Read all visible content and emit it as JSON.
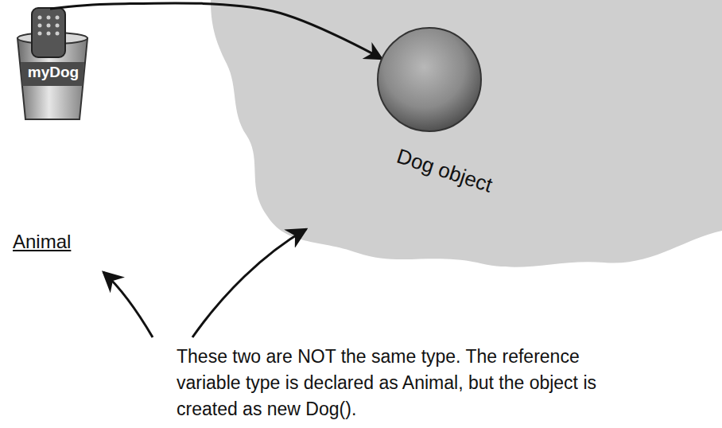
{
  "diagram": {
    "nodes": [
      {
        "text": [
          "myDog",
          "Animal"
        ]
      },
      {
        "text": [
          "Dog object"
        ]
      }
    ],
    "edges": [
      {
        "from": 0,
        "to": 1,
        "arrow": "to"
      }
    ],
    "labels": [
      "These two are NOT the same type. The reference variable type is declared as Animal, but the object is created as new Dog()."
    ]
  }
}
